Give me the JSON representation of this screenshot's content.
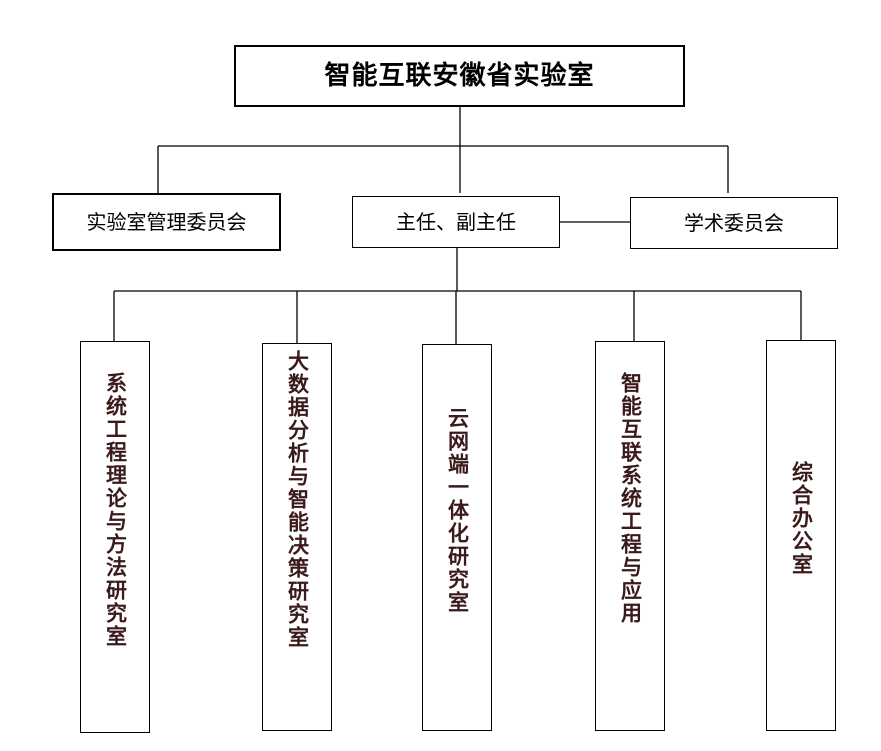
{
  "diagram": {
    "root": {
      "label": "智能互联安徽省实验室"
    },
    "level1": {
      "committee": {
        "label": "实验室管理委员会"
      },
      "director": {
        "label": "主任、副主任"
      },
      "academic": {
        "label": "学术委员会"
      }
    },
    "units": [
      {
        "label": "系统工程理论与方法研究室"
      },
      {
        "label": "大数据分析与智能决策研究室"
      },
      {
        "label": "云网端一体化研究室"
      },
      {
        "label": "智能互联系统工程与应用"
      },
      {
        "label": "综合办公室"
      }
    ],
    "line_color": "#000000",
    "text_color": "#000000",
    "unit_text_color": "#3a1a1a",
    "background": "#ffffff"
  }
}
